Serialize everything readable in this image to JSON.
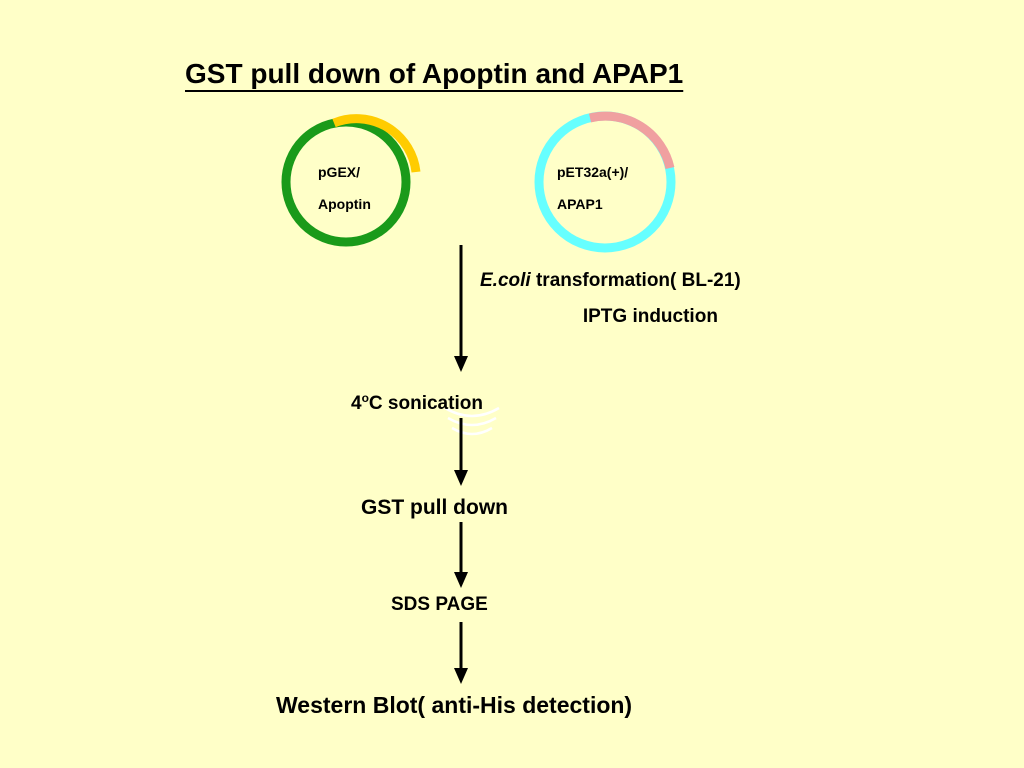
{
  "title": "GST pull down of Apoptin and APAP1",
  "plasmids": [
    {
      "line1": "pGEX/",
      "line2": "Apoptin",
      "ring_color": "#1a9a1a",
      "insert_color": "#ffcc00"
    },
    {
      "line1": "pET32a(+)/",
      "line2": "APAP1",
      "ring_color": "#66ffff",
      "insert_color": "#f0a0a0"
    }
  ],
  "steps": {
    "transformation_italic": "E.coli",
    "transformation_rest": " transformation( BL-21)",
    "induction": "IPTG induction",
    "sonication_prefix": "4",
    "sonication_sup": "o",
    "sonication_rest": "C sonication",
    "pulldown": "GST pull down",
    "sds": "SDS PAGE",
    "western": "Western Blot( anti-His detection)"
  },
  "colors": {
    "background": "#ffffc8",
    "text": "#000000"
  }
}
